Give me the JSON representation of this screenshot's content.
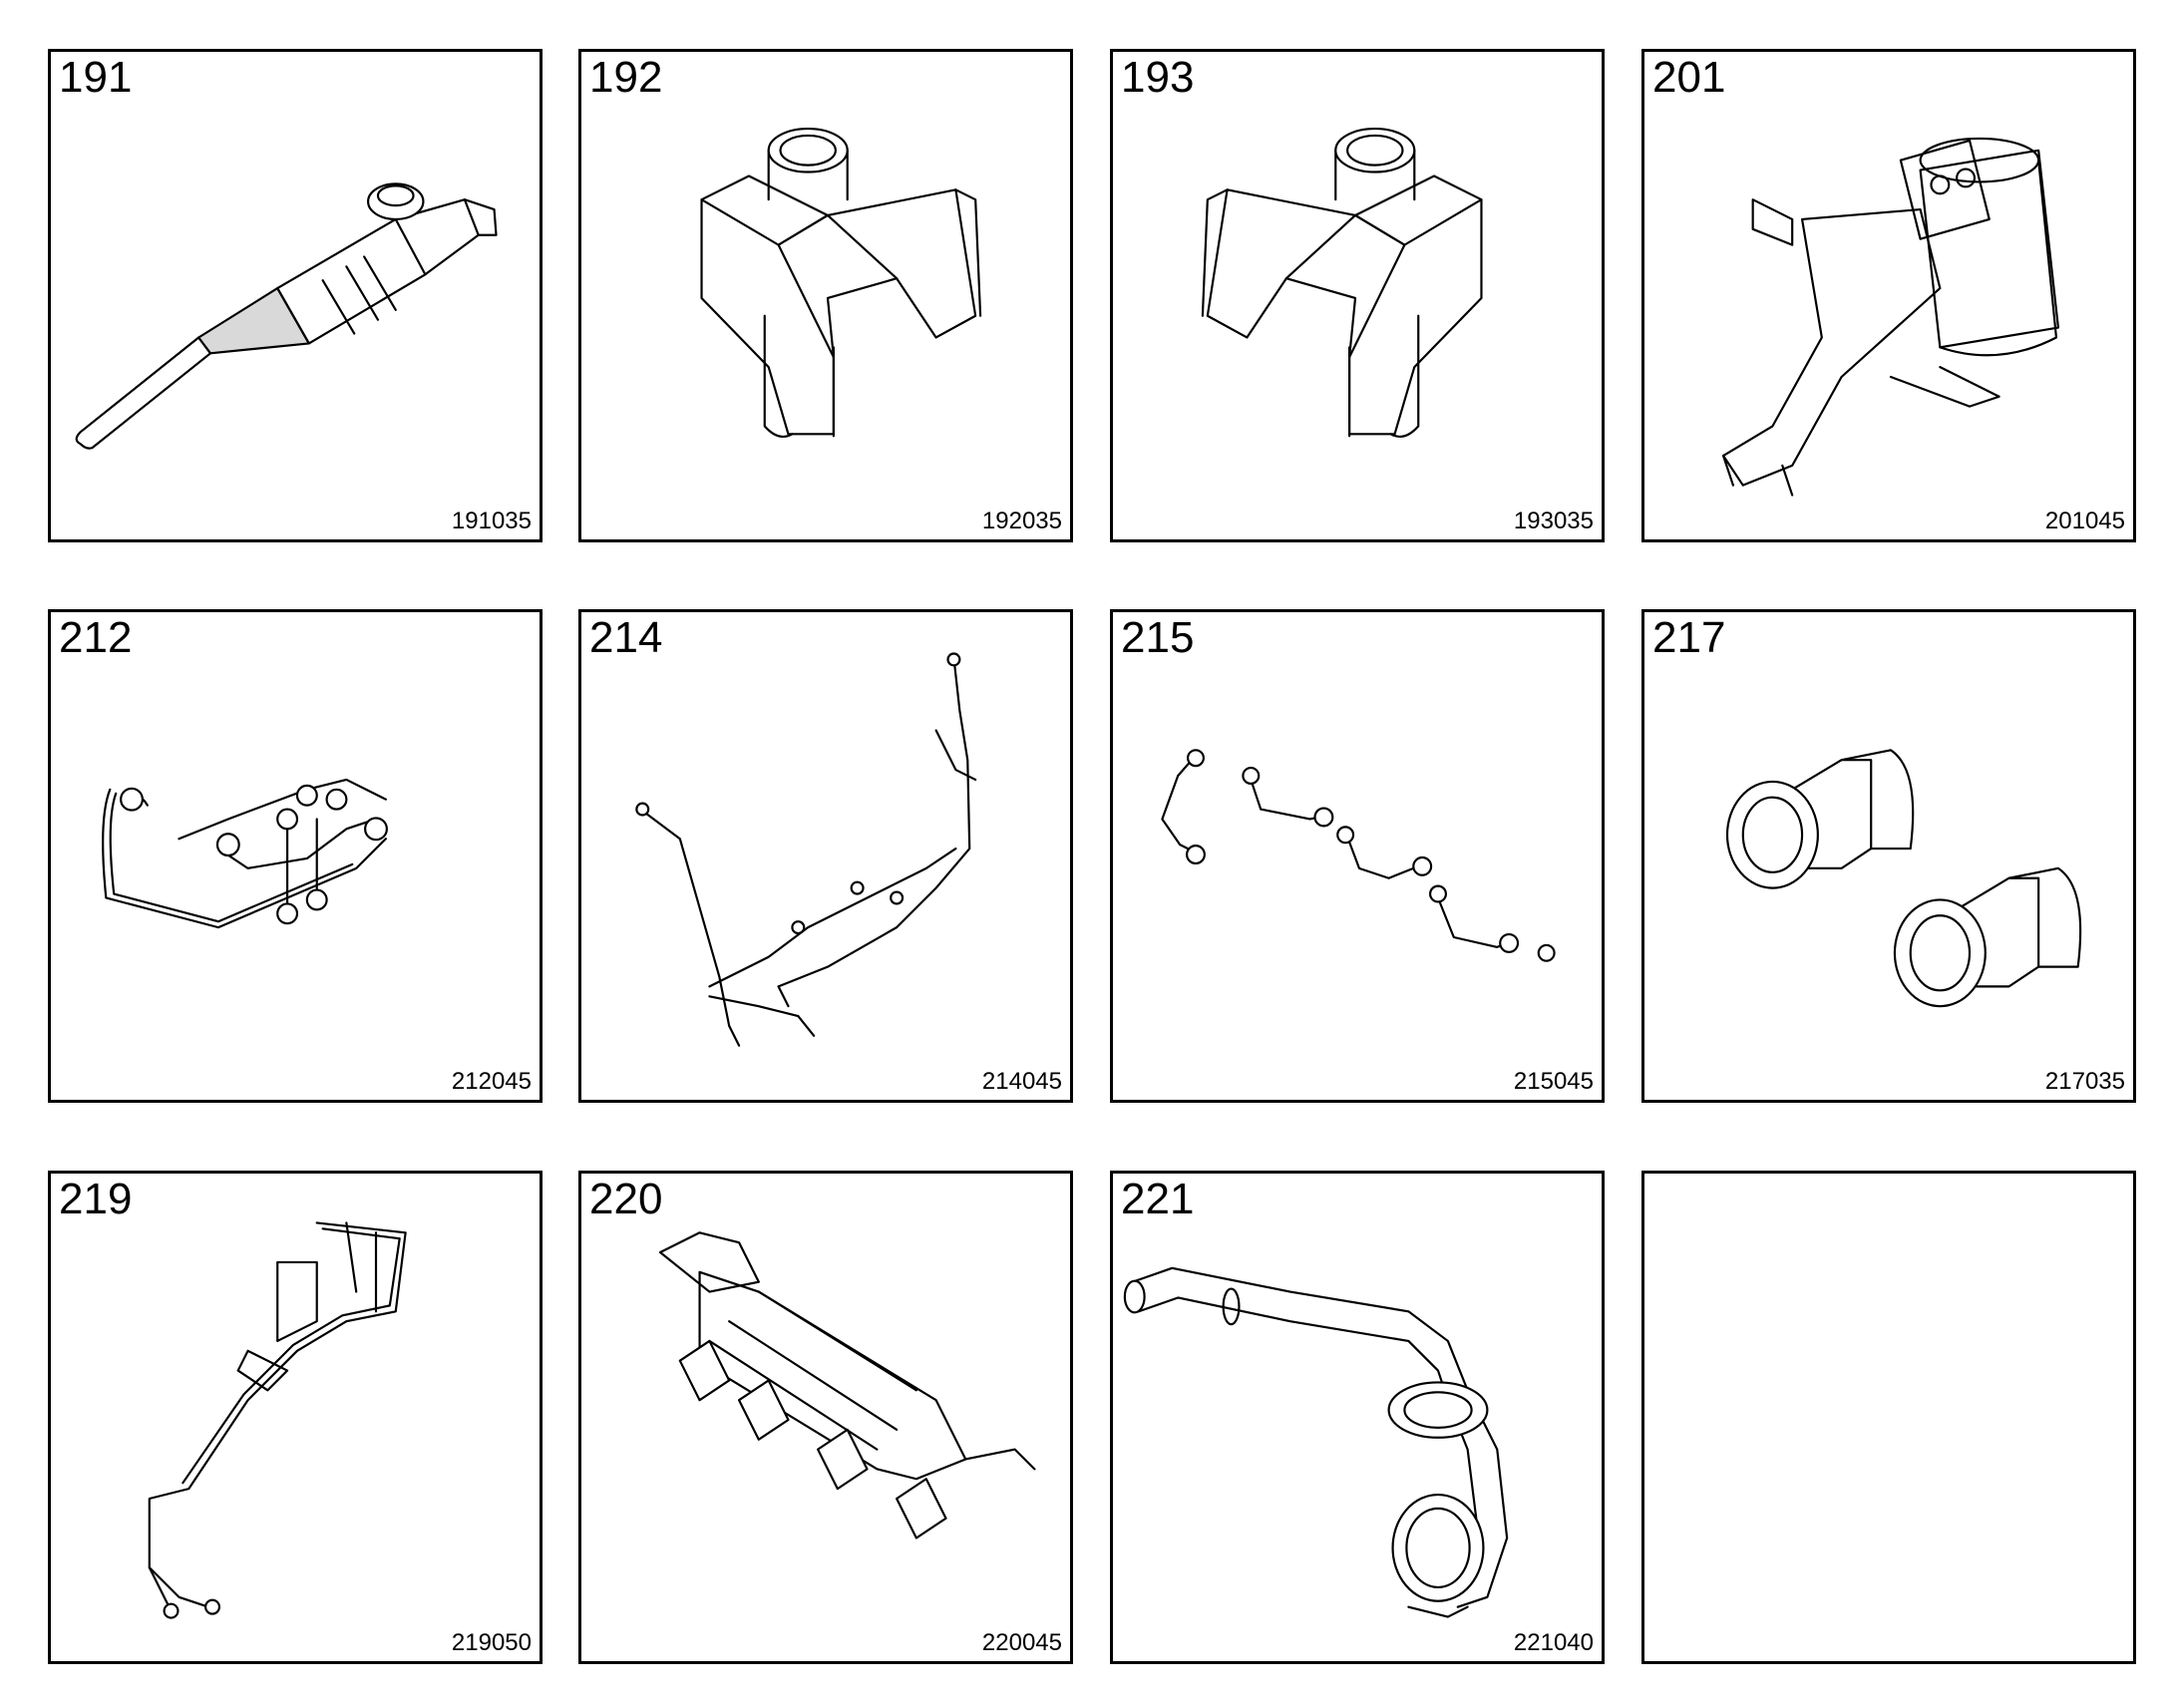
{
  "cells": [
    {
      "number": "191",
      "code": "191035",
      "icon": "injector-icon"
    },
    {
      "number": "192",
      "code": "192035",
      "icon": "fork-clamp-icon"
    },
    {
      "number": "193",
      "code": "193035",
      "icon": "fork-clamp-mirrored-icon"
    },
    {
      "number": "201",
      "code": "201045",
      "icon": "filter-bracket-icon"
    },
    {
      "number": "212",
      "code": "212045",
      "icon": "fuel-rail-pipes-icon"
    },
    {
      "number": "214",
      "code": "214045",
      "icon": "wiring-harness-icon"
    },
    {
      "number": "215",
      "code": "215045",
      "icon": "injector-lines-icon"
    },
    {
      "number": "217",
      "code": "217035",
      "icon": "pipe-fittings-icon"
    },
    {
      "number": "219",
      "code": "219050",
      "icon": "pipe-bracket-icon"
    },
    {
      "number": "220",
      "code": "220045",
      "icon": "intake-manifold-icon"
    },
    {
      "number": "221",
      "code": "221040",
      "icon": "air-duct-icon"
    },
    {
      "number": "",
      "code": "",
      "icon": ""
    }
  ]
}
